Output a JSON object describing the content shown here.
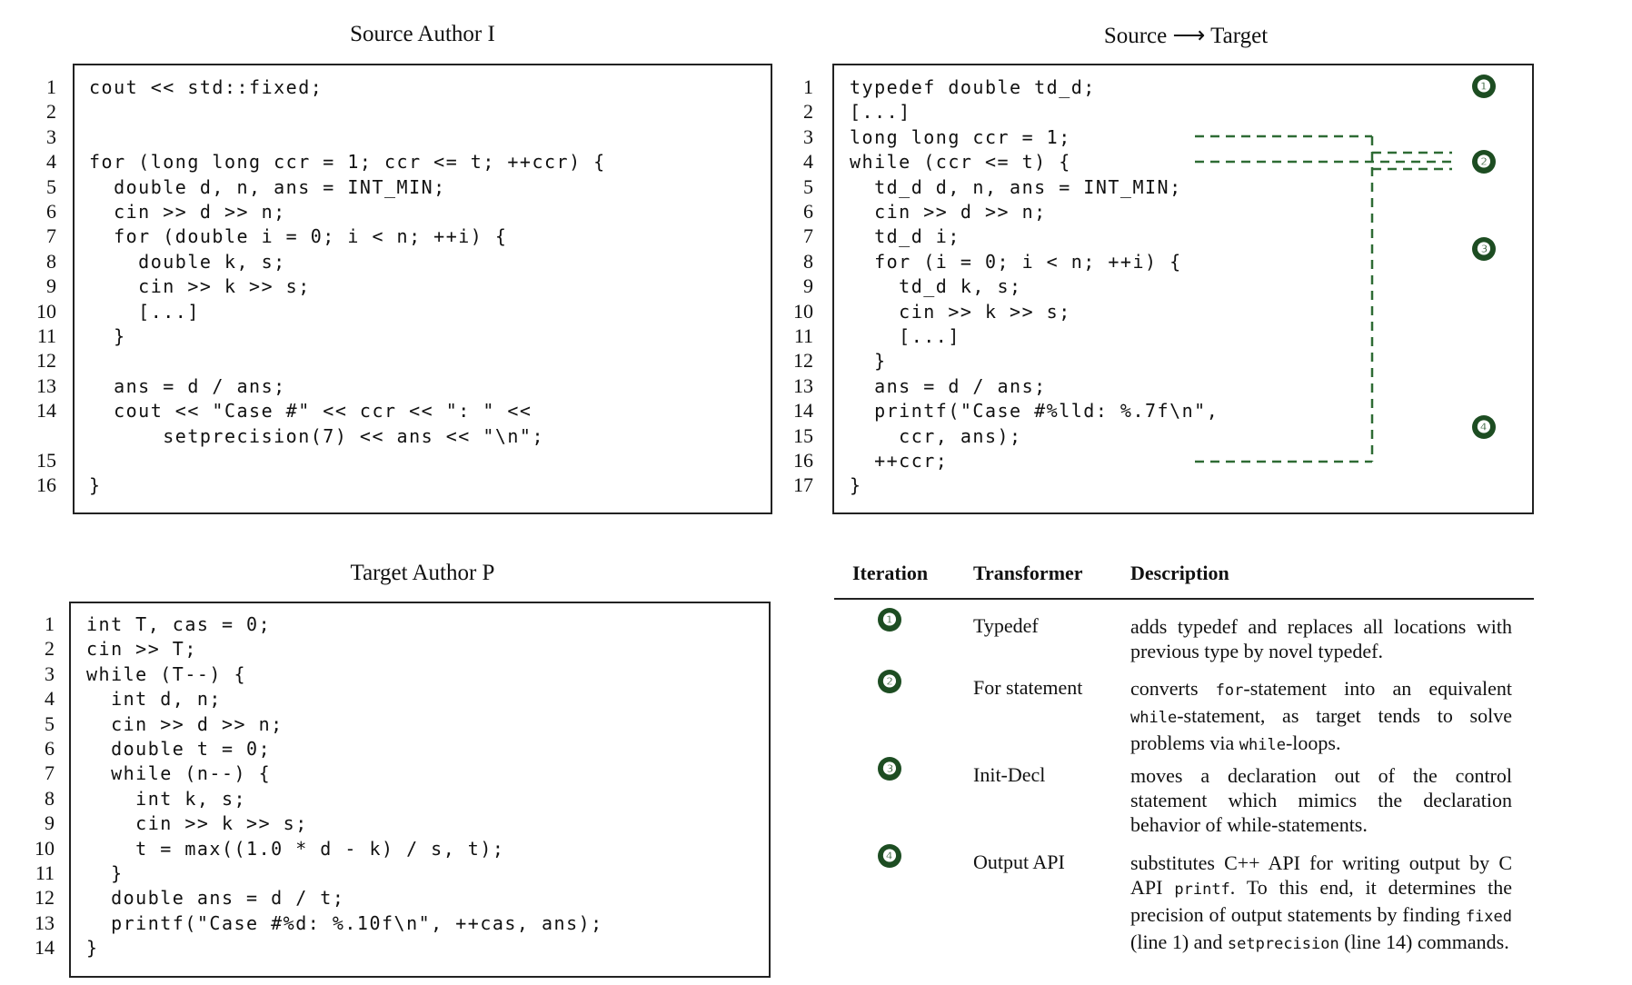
{
  "panels": {
    "source": {
      "title": "Source Author I",
      "lines": [
        {
          "n": "1",
          "code": "cout << std::fixed;"
        },
        {
          "n": "2",
          "code": ""
        },
        {
          "n": "3",
          "code": ""
        },
        {
          "n": "4",
          "code": "for (long long ccr = 1; ccr <= t; ++ccr) {"
        },
        {
          "n": "5",
          "code": "  double d, n, ans = INT_MIN;"
        },
        {
          "n": "6",
          "code": "  cin >> d >> n;"
        },
        {
          "n": "7",
          "code": "  for (double i = 0; i < n; ++i) {"
        },
        {
          "n": "8",
          "code": "    double k, s;"
        },
        {
          "n": "9",
          "code": "    cin >> k >> s;"
        },
        {
          "n": "10",
          "code": "    [...]"
        },
        {
          "n": "11",
          "code": "  }"
        },
        {
          "n": "12",
          "code": ""
        },
        {
          "n": "13",
          "code": "  ans = d / ans;"
        },
        {
          "n": "14",
          "code": "  cout << \"Case #\" << ccr << \": \" <<"
        },
        {
          "n": "",
          "code": "      setprecision(7) << ans << \"\\n\";"
        },
        {
          "n": "15",
          "code": ""
        },
        {
          "n": "16",
          "code": "}"
        }
      ]
    },
    "transformed": {
      "title": "Source ⟶ Target",
      "lines": [
        {
          "n": "1",
          "code": "typedef double td_d;"
        },
        {
          "n": "2",
          "code": "[...]"
        },
        {
          "n": "3",
          "code": "long long ccr = 1;"
        },
        {
          "n": "4",
          "code": "while (ccr <= t) {"
        },
        {
          "n": "5",
          "code": "  td_d d, n, ans = INT_MIN;"
        },
        {
          "n": "6",
          "code": "  cin >> d >> n;"
        },
        {
          "n": "7",
          "code": "  td_d i;"
        },
        {
          "n": "8",
          "code": "  for (i = 0; i < n; ++i) {"
        },
        {
          "n": "9",
          "code": "    td_d k, s;"
        },
        {
          "n": "10",
          "code": "    cin >> k >> s;"
        },
        {
          "n": "11",
          "code": "    [...]"
        },
        {
          "n": "12",
          "code": "  }"
        },
        {
          "n": "13",
          "code": "  ans = d / ans;"
        },
        {
          "n": "14",
          "code": "  printf(\"Case #%lld: %.7f\\n\","
        },
        {
          "n": "15",
          "code": "    ccr, ans);"
        },
        {
          "n": "16",
          "code": "  ++ccr;"
        },
        {
          "n": "17",
          "code": "}"
        }
      ],
      "badges": [
        "❶",
        "❷",
        "❸",
        "❹"
      ]
    },
    "target": {
      "title": "Target Author P",
      "lines": [
        {
          "n": "1",
          "code": "int T, cas = 0;"
        },
        {
          "n": "2",
          "code": "cin >> T;"
        },
        {
          "n": "3",
          "code": "while (T--) {"
        },
        {
          "n": "4",
          "code": "  int d, n;"
        },
        {
          "n": "5",
          "code": "  cin >> d >> n;"
        },
        {
          "n": "6",
          "code": "  double t = 0;"
        },
        {
          "n": "7",
          "code": "  while (n--) {"
        },
        {
          "n": "8",
          "code": "    int k, s;"
        },
        {
          "n": "9",
          "code": "    cin >> k >> s;"
        },
        {
          "n": "10",
          "code": "    t = max((1.0 * d - k) / s, t);"
        },
        {
          "n": "11",
          "code": "  }"
        },
        {
          "n": "12",
          "code": "  double ans = d / t;"
        },
        {
          "n": "13",
          "code": "  printf(\"Case #%d: %.10f\\n\", ++cas, ans);"
        },
        {
          "n": "14",
          "code": "}"
        }
      ]
    }
  },
  "table": {
    "headers": [
      "Iteration",
      "Transformer",
      "Description"
    ],
    "rows": [
      {
        "badge": "❶",
        "transformer": "Typedef",
        "desc": "adds typedef and replaces all locations with previous type by novel typedef."
      },
      {
        "badge": "❷",
        "transformer": "For statement",
        "desc_parts": [
          "converts ",
          "for",
          "-statement into an equivalent ",
          "while",
          "-statement, as target tends to solve problems via ",
          "while",
          "-loops."
        ]
      },
      {
        "badge": "❸",
        "transformer": "Init-Decl",
        "desc": "moves a declaration out of the control statement which mimics the declaration behavior of while-statements."
      },
      {
        "badge": "❹",
        "transformer": "Output API",
        "desc_parts": [
          "substitutes C++ API for writing output by C API ",
          "printf",
          ". To this end, it determines the precision of output statements by finding ",
          "fixed",
          " (line 1) and ",
          "setprecision",
          " (line 14) commands."
        ]
      }
    ]
  },
  "colors": {
    "badge": "#1d4d22",
    "dash": "#2e6b34"
  }
}
